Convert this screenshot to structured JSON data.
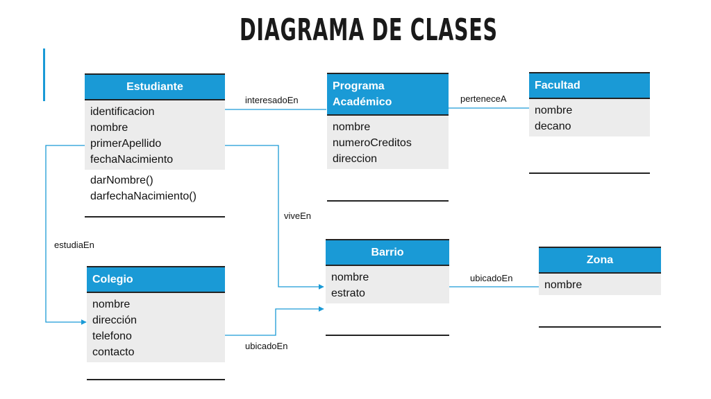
{
  "title": "DIAGRAMA DE CLASES",
  "classes": {
    "estudiante": {
      "name": "Estudiante",
      "attributes": [
        "identificacion",
        "nombre",
        "primerApellido",
        "fechaNacimiento"
      ],
      "methods": [
        "darNombre()",
        "darfechaNacimiento()"
      ]
    },
    "programa": {
      "name": "Programa Académico",
      "name_line1": "Programa",
      "name_line2": "Académico",
      "attributes": [
        "nombre",
        "numeroCreditos",
        "direccion"
      ]
    },
    "facultad": {
      "name": "Facultad",
      "attributes": [
        "nombre",
        "decano"
      ]
    },
    "barrio": {
      "name": "Barrio",
      "attributes": [
        "nombre",
        "estrato"
      ]
    },
    "zona": {
      "name": "Zona",
      "attributes": [
        "nombre"
      ]
    },
    "colegio": {
      "name": "Colegio",
      "attributes": [
        "nombre",
        "dirección",
        "telefono",
        "contacto"
      ]
    }
  },
  "relations": {
    "interesadoEn": "interesadoEn",
    "perteneceA": "perteneceA",
    "viveEn": "viveEn",
    "estudiaEn": "estudiaEn",
    "ubicadoEn_barrio_zona": "ubicadoEn",
    "ubicadoEn_colegio_barrio": "ubicadoEn"
  },
  "colors": {
    "accent": "#1a9ad6",
    "attr_bg": "#ececec",
    "line": "#222222"
  }
}
